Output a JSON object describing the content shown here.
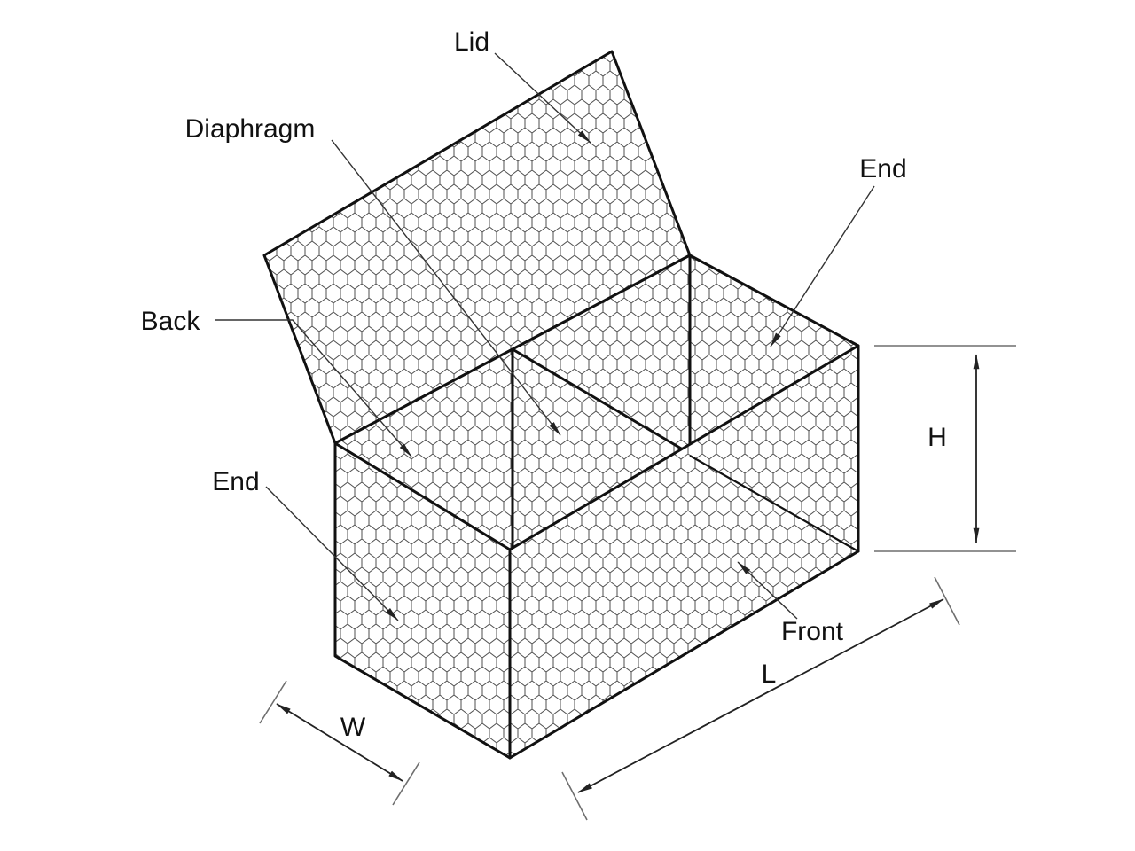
{
  "diagram": {
    "type": "technical-illustration",
    "subject": "gabion-wire-mesh-basket-with-open-lid",
    "part_labels": {
      "lid": "Lid",
      "diaphragm": "Diaphragm",
      "back": "Back",
      "end_left": "End",
      "end_right": "End",
      "front": "Front"
    },
    "dimension_labels": {
      "height": "H",
      "length": "L",
      "width": "W"
    },
    "colors": {
      "background": "#ffffff",
      "outline": "#111111",
      "mesh_wire": "#4f4f4f",
      "leader_line": "#333333",
      "extension_line": "#6e6e6e",
      "text": "#111111"
    }
  }
}
